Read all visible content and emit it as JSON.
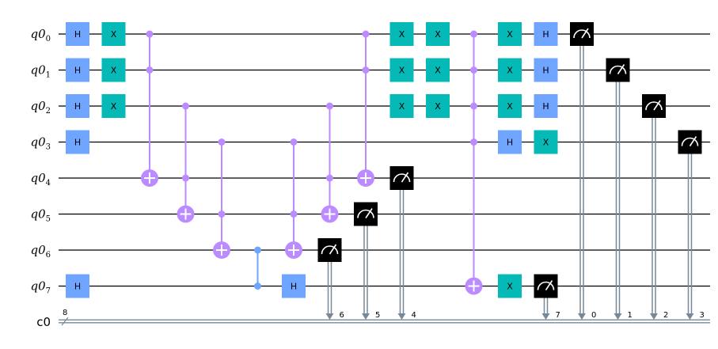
{
  "qubits": [
    "q0",
    "q0",
    "q0",
    "q0",
    "q0",
    "q0",
    "q0",
    "q0"
  ],
  "qubit_indices": [
    "0",
    "1",
    "2",
    "3",
    "4",
    "5",
    "6",
    "7"
  ],
  "classical_register": {
    "name": "c0",
    "size": "8"
  },
  "colors": {
    "wire": "#000000",
    "classical_wire": "#778899",
    "hadamard": "#6fa4ff",
    "pauli_x": "#05bab6",
    "multi_control": "#bb8bff",
    "cz": "#6fa4ff",
    "measure": "#000000"
  },
  "gate_labels": {
    "hadamard": "H",
    "pauli_x": "X"
  },
  "operations": [
    {
      "type": "h",
      "qubit": 0,
      "col": 0
    },
    {
      "type": "h",
      "qubit": 1,
      "col": 0
    },
    {
      "type": "h",
      "qubit": 2,
      "col": 0
    },
    {
      "type": "h",
      "qubit": 3,
      "col": 0
    },
    {
      "type": "h",
      "qubit": 7,
      "col": 0
    },
    {
      "type": "x",
      "qubit": 0,
      "col": 1
    },
    {
      "type": "x",
      "qubit": 1,
      "col": 1
    },
    {
      "type": "x",
      "qubit": 2,
      "col": 1
    },
    {
      "type": "ccx",
      "controls": [
        0,
        1
      ],
      "target": 4,
      "col": 2
    },
    {
      "type": "ccx",
      "controls": [
        2,
        4
      ],
      "target": 5,
      "col": 3
    },
    {
      "type": "ccx",
      "controls": [
        3,
        5
      ],
      "target": 6,
      "col": 4
    },
    {
      "type": "cz",
      "qubits": [
        6,
        7
      ],
      "col": 5
    },
    {
      "type": "ccx",
      "controls": [
        3,
        5
      ],
      "target": 6,
      "col": 6
    },
    {
      "type": "h",
      "qubit": 7,
      "col": 6
    },
    {
      "type": "ccx",
      "controls": [
        2,
        4
      ],
      "target": 5,
      "col": 7
    },
    {
      "type": "measure",
      "qubit": 6,
      "clbit": "6",
      "col": 7
    },
    {
      "type": "ccx",
      "controls": [
        0,
        1
      ],
      "target": 4,
      "col": 8
    },
    {
      "type": "measure",
      "qubit": 5,
      "clbit": "5",
      "col": 8
    },
    {
      "type": "measure",
      "qubit": 4,
      "clbit": "4",
      "col": 9
    },
    {
      "type": "x",
      "qubit": 0,
      "col": 9
    },
    {
      "type": "x",
      "qubit": 1,
      "col": 9
    },
    {
      "type": "x",
      "qubit": 2,
      "col": 9
    },
    {
      "type": "x",
      "qubit": 0,
      "col": 10
    },
    {
      "type": "x",
      "qubit": 1,
      "col": 10
    },
    {
      "type": "x",
      "qubit": 2,
      "col": 10
    },
    {
      "type": "mcx",
      "controls": [
        0,
        1,
        2,
        3
      ],
      "target": 7,
      "col": 11
    },
    {
      "type": "x",
      "qubit": 0,
      "col": 12
    },
    {
      "type": "x",
      "qubit": 1,
      "col": 12
    },
    {
      "type": "x",
      "qubit": 2,
      "col": 12
    },
    {
      "type": "h",
      "qubit": 3,
      "col": 12
    },
    {
      "type": "x",
      "qubit": 7,
      "col": 12
    },
    {
      "type": "h",
      "qubit": 0,
      "col": 13
    },
    {
      "type": "h",
      "qubit": 1,
      "col": 13
    },
    {
      "type": "h",
      "qubit": 2,
      "col": 13
    },
    {
      "type": "x",
      "qubit": 3,
      "col": 13
    },
    {
      "type": "measure",
      "qubit": 7,
      "clbit": "7",
      "col": 13
    },
    {
      "type": "measure",
      "qubit": 0,
      "clbit": "0",
      "col": 14
    },
    {
      "type": "measure",
      "qubit": 1,
      "clbit": "1",
      "col": 15
    },
    {
      "type": "measure",
      "qubit": 2,
      "clbit": "2",
      "col": 16
    },
    {
      "type": "measure",
      "qubit": 3,
      "clbit": "3",
      "col": 17
    }
  ]
}
